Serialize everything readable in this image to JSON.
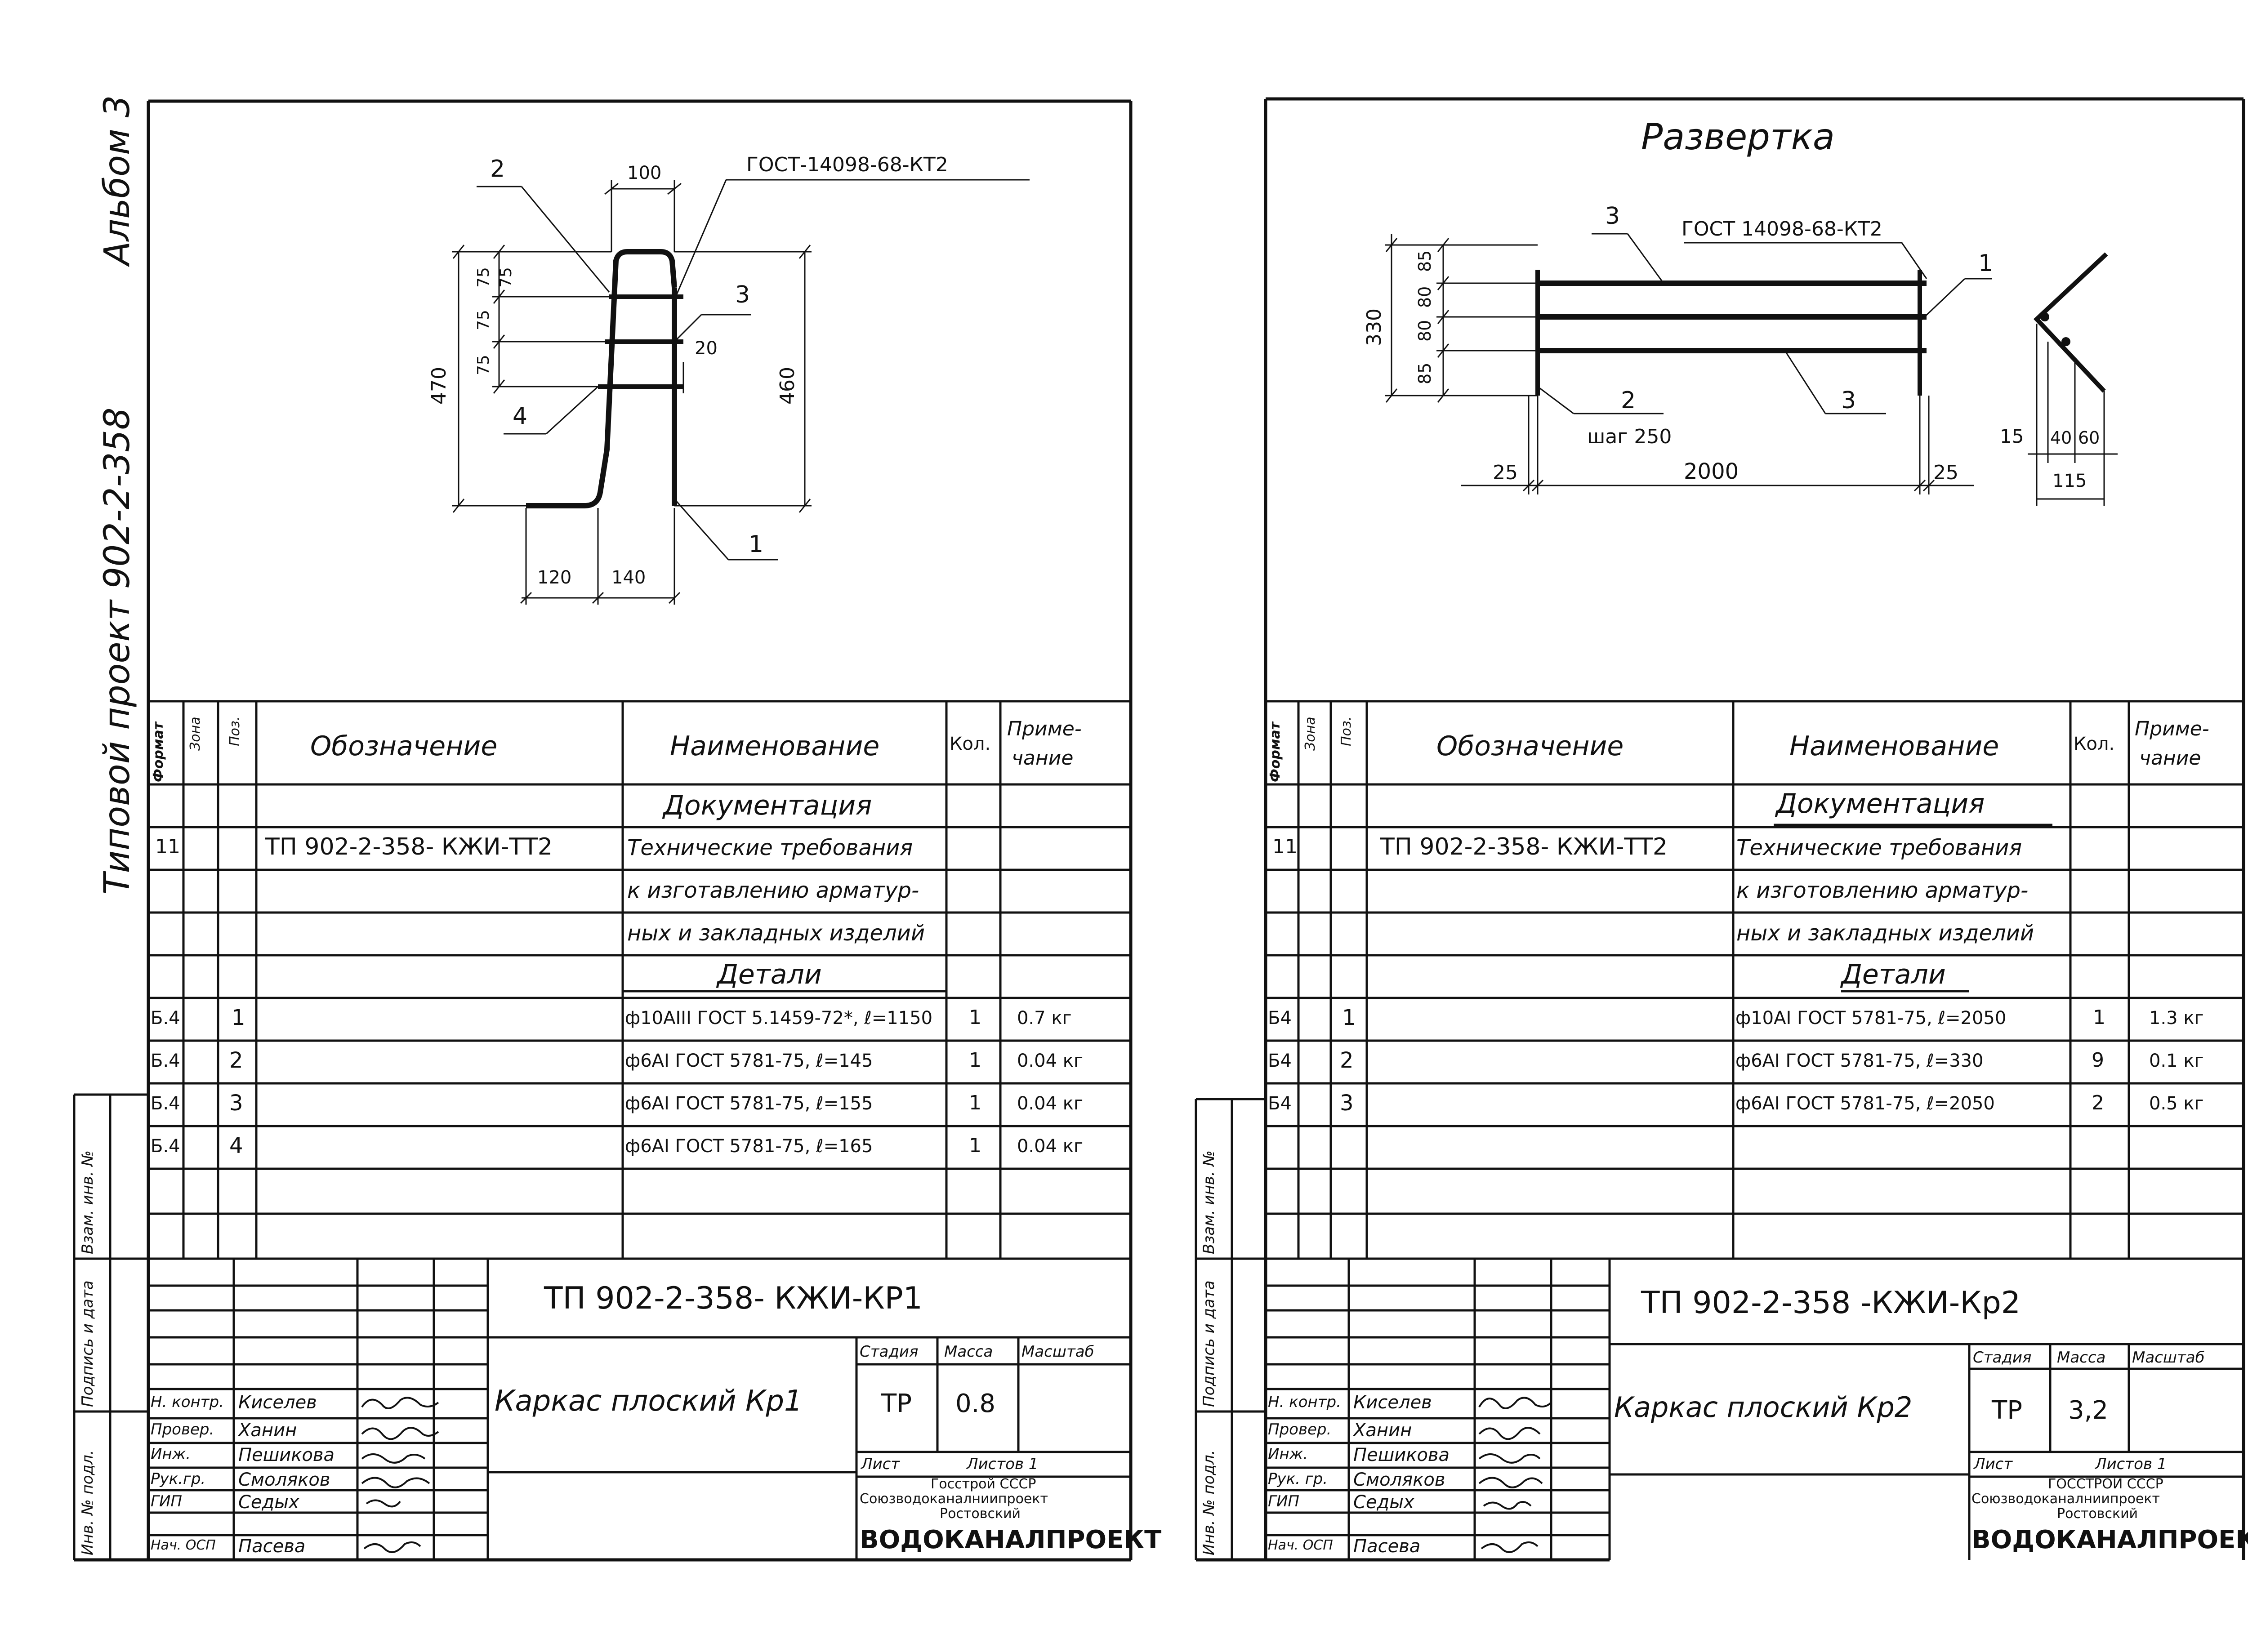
{
  "margin_label": {
    "project": "Типовой  проект  902-2-358",
    "album": "Альбом 3",
    "inv_no_podl": "Инв. № подл.",
    "podpis_data": "Подпись и дата",
    "vzam_inv": "Взам. инв. №"
  },
  "headers": {
    "format": "Формат",
    "zona": "Зона",
    "poz": "Поз.",
    "oboznachenie": "Обозначение",
    "naimenovanie": "Наименование",
    "kol": "Кол.",
    "primechanie_1": "Приме-",
    "primechanie_2": "чание"
  },
  "sheet1": {
    "drawing": {
      "gost": "ГОСТ-14098-68-КТ2",
      "dims": {
        "top": "100",
        "left_total": "470",
        "right_total": "460",
        "s1": "75",
        "s2": "75",
        "s3": "75",
        "s4": "75",
        "side": "20",
        "bottom_left": "120",
        "bottom_right": "140"
      },
      "pos": {
        "p1": "1",
        "p2": "2",
        "p3": "3",
        "p4": "4"
      }
    },
    "table": {
      "section_doc": "Документация",
      "doc_row": {
        "format": "11",
        "oboz": "ТП 902-2-358- КЖИ-ТТ2",
        "name_1": "Технические требования",
        "name_2": "к изготавлению арматур-",
        "name_3": "ных и закладных изделий"
      },
      "section_det": "Детали",
      "rows": [
        {
          "format": "Б.4",
          "poz": "1",
          "name": "ф10АIII ГОСТ 5.1459-72*, ℓ=1150",
          "kol": "1",
          "prim": "0.7 кг"
        },
        {
          "format": "Б.4",
          "poz": "2",
          "name": "ф6АI  ГОСТ 5781-75, ℓ=145",
          "kol": "1",
          "prim": "0.04 кг"
        },
        {
          "format": "Б.4",
          "poz": "3",
          "name": "ф6АI  ГОСТ 5781-75, ℓ=155",
          "kol": "1",
          "prim": "0.04 кг"
        },
        {
          "format": "Б.4",
          "poz": "4",
          "name": "ф6АI  ГОСТ 5781-75, ℓ=165",
          "kol": "1",
          "prim": "0.04 кг"
        }
      ]
    },
    "title_block": {
      "code": "ТП  902-2-358-   КЖИ-КР1",
      "title": "Каркас плоский  Кр1",
      "stadiya_h": "Стадия",
      "massa_h": "Масса",
      "masshtab_h": "Масштаб",
      "stadiya": "ТР",
      "massa": "0.8",
      "list_h": "Лист",
      "listov_h": "Листов  1",
      "org_1": "Госстрой СССР",
      "org_2": "Союзводоканалниипроект",
      "org_3": "Ростовский",
      "org_4": "ВОДОКАНАЛПРОЕКТ",
      "people": [
        {
          "role": "Н. контр.",
          "name": "Киселев"
        },
        {
          "role": "Провер.",
          "name": "Ханин"
        },
        {
          "role": "Инж.",
          "name": "Пешикова"
        },
        {
          "role": "Рук.гр.",
          "name": "Смоляков"
        },
        {
          "role": "ГИП",
          "name": "Седых"
        },
        {
          "role": "Нач. ОСП",
          "name": "Пасева"
        }
      ]
    }
  },
  "sheet2": {
    "drawing": {
      "title": "Развертка",
      "gost": "ГОСТ 14098-68-КТ2",
      "dims": {
        "total": "330",
        "a": "85",
        "b": "80",
        "c": "80",
        "d": "85",
        "left": "25",
        "length": "2000",
        "right": "25",
        "step": "шаг 250",
        "d15": "15",
        "d40": "40",
        "d60": "60",
        "d115": "115"
      },
      "pos": {
        "p1": "1",
        "p2": "2",
        "p3": "3",
        "p3b": "3"
      }
    },
    "table": {
      "section_doc": "Документация",
      "doc_row": {
        "format": "11",
        "oboz": "ТП 902-2-358- КЖИ-ТТ2",
        "name_1": "Технические требования",
        "name_2": "к изготовлению арматур-",
        "name_3": "ных и закладных изделий"
      },
      "section_det": "Детали",
      "rows": [
        {
          "format": "Б4",
          "poz": "1",
          "name": "ф10АI ГОСТ 5781-75, ℓ=2050",
          "kol": "1",
          "prim": "1.3 кг"
        },
        {
          "format": "Б4",
          "poz": "2",
          "name": "ф6АI ГОСТ 5781-75, ℓ=330",
          "kol": "9",
          "prim": "0.1 кг"
        },
        {
          "format": "Б4",
          "poz": "3",
          "name": "ф6АI ГОСТ 5781-75, ℓ=2050",
          "kol": "2",
          "prim": "0.5 кг"
        }
      ]
    },
    "title_block": {
      "code": "ТП  902-2-358     -КЖИ-Кр2",
      "title": "Каркас плоский  Кр2",
      "stadiya_h": "Стадия",
      "massa_h": "Масса",
      "masshtab_h": "Масштаб",
      "stadiya": "ТР",
      "massa": "3,2",
      "list_h": "Лист",
      "listov_h": "Листов 1",
      "org_1": "ГОССТРОЙ СССР",
      "org_2": "Союзводоканалниипроект",
      "org_3": "Ростовский",
      "org_4": "ВОДОКАНАЛПРОЕКТ",
      "people": [
        {
          "role": "Н. контр.",
          "name": "Киселев"
        },
        {
          "role": "Провер.",
          "name": "Ханин"
        },
        {
          "role": "Инж.",
          "name": "Пешикова"
        },
        {
          "role": "Рук. гр.",
          "name": "Смоляков"
        },
        {
          "role": "ГИП",
          "name": "Седых"
        },
        {
          "role": "Нач. ОСП",
          "name": "Пасева"
        }
      ]
    }
  }
}
